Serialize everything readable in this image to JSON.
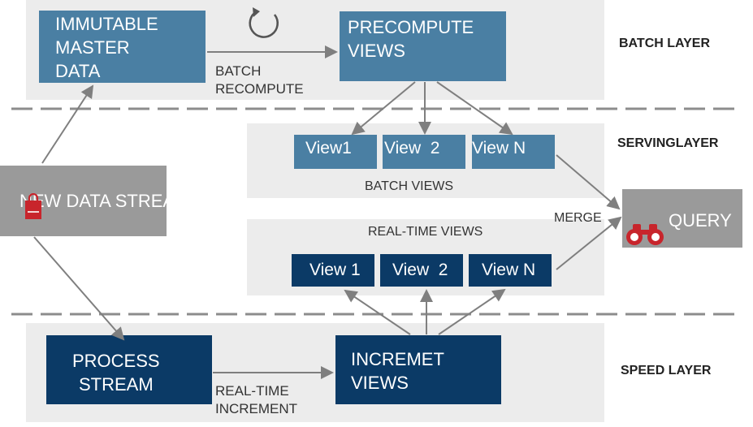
{
  "layers": {
    "batch": "BATCH LAYER",
    "serving": "SERVINGLAYER",
    "speed": "SPEED LAYER"
  },
  "batch": {
    "master_data": [
      "IMMUTABLE",
      "MASTER",
      "DATA"
    ],
    "recompute": [
      "BATCH",
      "RECOMPUTE"
    ],
    "precompute": [
      "PRECOMPUTE",
      "VIEWS"
    ]
  },
  "serving": {
    "batch_views": [
      "View1",
      "View  2",
      "View N"
    ],
    "batch_views_caption": "BATCH VIEWS",
    "realtime_views_caption": "REAL-TIME VIEWS",
    "realtime_views": [
      "View 1",
      "View  2",
      "View N"
    ],
    "merge": "MERGE",
    "query": "QUERY"
  },
  "stream": {
    "label": "NEW DATA STREAM"
  },
  "speed": {
    "process": [
      "PROCESS",
      "STREAM"
    ],
    "increment": [
      "REAL-TIME",
      "INCREMENT"
    ],
    "increment_views": [
      "INCREMET",
      "VIEWS"
    ]
  },
  "colors": {
    "batch_box": "#4a7fa3",
    "speed_box": "#0b3a66",
    "panel": "#ececec",
    "stream_box": "#9a9a9a",
    "accent": "#c8252c"
  },
  "icons": [
    "refresh-icon",
    "shopping-bag-icon",
    "binoculars-icon"
  ]
}
